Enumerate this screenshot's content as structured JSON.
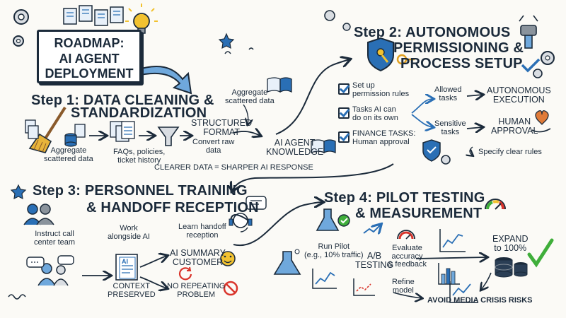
{
  "title": "ROADMAP:\nAI AGENT\nDEPLOYMENT",
  "step1": {
    "heading": "Step 1: DATA CLEANING &",
    "heading2": "STANDARDIZATION",
    "aggregate_top": "Aggregate\nscattered data",
    "aggregate_bottom": "Aggregate\nscattered data",
    "faqs": "FAQs, policies,\nticket history",
    "structured": "STRUCTURED\nFORMAT",
    "convert": "Convert raw\ndata",
    "knowledge": "AI AGENT\nKNOWLEDGE",
    "clearer": "CLEARER DATA = SHARPER AI RESPONSE"
  },
  "step2": {
    "heading": "Step 2: AUTONOMOUS",
    "heading2": "PERMISSIONING &",
    "heading3": "PROCESS SETUP",
    "checklist": [
      "Set up\npermission rules",
      "Tasks AI can\ndo on its own",
      "FINANCE TASKS:\nHuman approval"
    ],
    "allowed": "Allowed\ntasks",
    "sensitive": "Sensitive\ntasks",
    "autonomous": "AUTONOMOUS\nEXECUTION",
    "human": "HUMAN\nAPPROVAL",
    "rules": "Specify clear rules"
  },
  "step3": {
    "heading": "Step 3: PERSONNEL TRAINING",
    "heading2": "& HANDOFF RECEPTION",
    "instruct": "Instruct call\ncenter team",
    "work": "Work\nalongside AI",
    "learn": "Learn handoff\nreception",
    "summary": "AI SUMMARY\nCUSTOMER",
    "context": "CONTEXT\nPRESERVED",
    "no_repeat": "NO REPEATING\nPROBLEM",
    "doc_label": "AI"
  },
  "step4": {
    "heading": "Step 4: PILOT TESTING",
    "heading2": "& MEASUREMENT",
    "run_pilot": "Run Pilot\n(e.g., 10% traffic)",
    "ab": "A/B\nTESTING",
    "evaluate": "Evaluate\naccuracy\n& feedback",
    "refine": "Refine\nmodel",
    "expand": "EXPAND\nto 100%",
    "avoid": "AVOID MEDIA CRISIS RISKS"
  },
  "colors": {
    "ink": "#1b2a3a",
    "blue": "#2a6fb5",
    "light_blue": "#6fa8dc",
    "green": "#3fae3a",
    "yellow": "#f2c230",
    "red": "#d9342b",
    "orange": "#e07b39",
    "gray": "#8a939c"
  },
  "icons": [
    "document-stack-icon",
    "gear-icon",
    "lightbulb-icon",
    "broom-icon",
    "database-icon",
    "funnel-icon",
    "clipboard-icon",
    "book-icon",
    "star-icon",
    "shield-key-icon",
    "robot-arm-icon",
    "checkbox-icon",
    "hand-heart-icon",
    "people-icon",
    "headset-icon",
    "speech-bubble-icon",
    "smiley-icon",
    "refresh-icon",
    "no-entry-icon",
    "flask-icon",
    "line-chart-icon",
    "bar-chart-icon",
    "gauge-icon",
    "checkmark-icon"
  ]
}
